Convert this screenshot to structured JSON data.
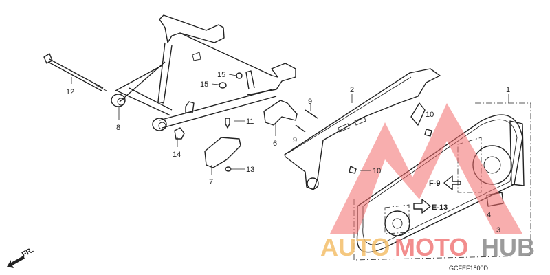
{
  "diagram": {
    "code": "GCFEF1800D",
    "front_marker": "FR.",
    "callouts": {
      "c1": "1",
      "c2": "2",
      "c3": "3",
      "c4": "4",
      "c6": "6",
      "c7": "7",
      "c8": "8",
      "c9a": "9",
      "c9b": "9",
      "c10a": "10",
      "c10b": "10",
      "c11": "11",
      "c12": "12",
      "c13": "13",
      "c14": "14",
      "c15a": "15",
      "c15b": "15"
    },
    "references": {
      "f9": "F-9",
      "e13": "E-13"
    }
  },
  "watermark": {
    "part1": "AUTO",
    "part2": "MOTO",
    "part3": "HUB",
    "colors": {
      "auto": "#f4bf6a",
      "moto": "#f07a7a",
      "hub": "#8a8a8a",
      "triangle": "#f26b6b"
    }
  }
}
